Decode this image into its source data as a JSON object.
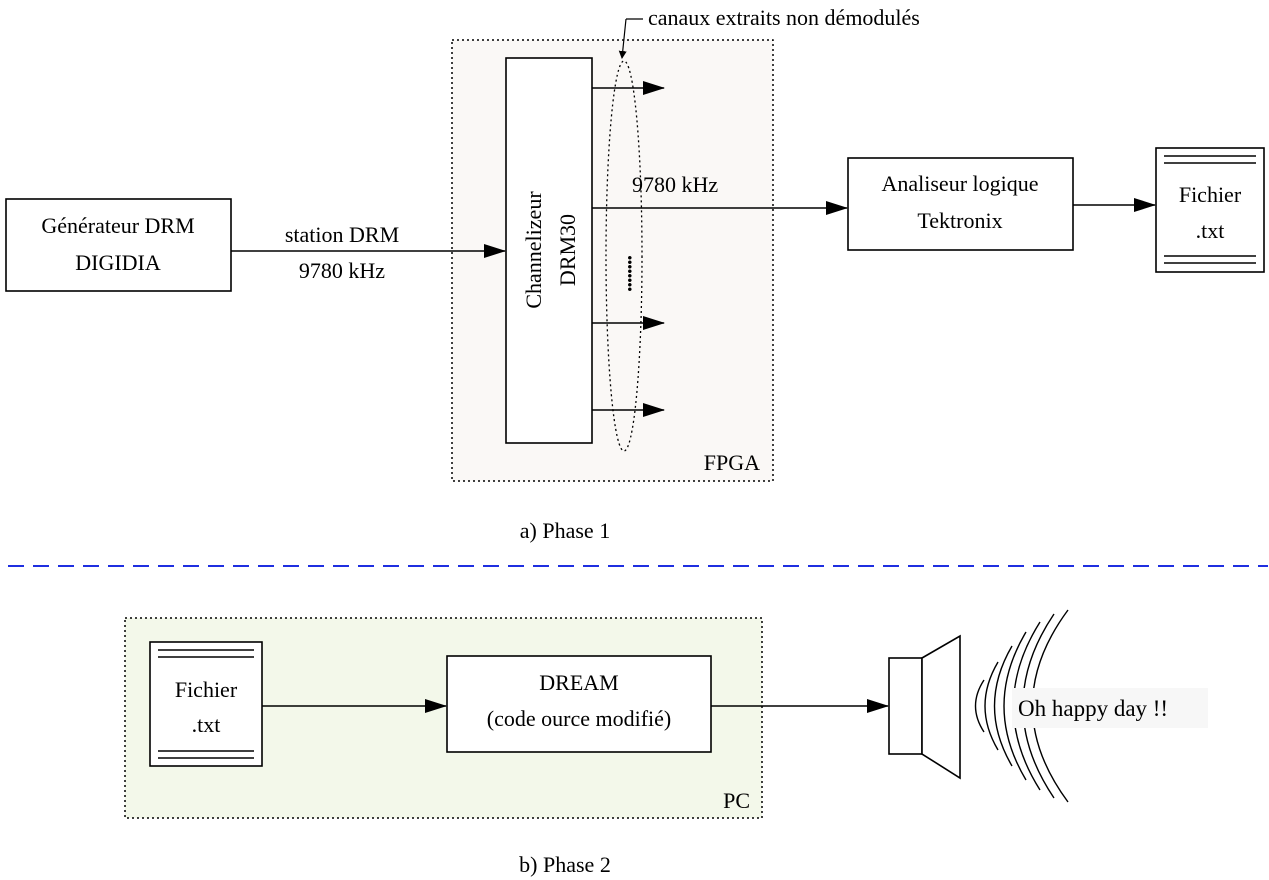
{
  "phase1": {
    "caption": "a) Phase 1",
    "fpga_label": "FPGA",
    "annotation": "canaux extraits non démodulés",
    "generator": {
      "line1": "Générateur DRM",
      "line2": "DIGIDIA"
    },
    "input_signal": {
      "line1": "station DRM",
      "line2": "9780 kHz"
    },
    "channelizer": {
      "line1": "Channelizeur",
      "line2": "DRM30"
    },
    "output_freq": "9780 kHz",
    "ellipsis": "........",
    "analyzer": {
      "line1": "Analiseur logique",
      "line2": "Tektronix"
    },
    "file": {
      "line1": "Fichier",
      "line2": ".txt"
    }
  },
  "phase2": {
    "caption": "b) Phase 2",
    "pc_label": "PC",
    "file": {
      "line1": "Fichier",
      "line2": ".txt"
    },
    "dream": {
      "line1": "DREAM",
      "line2": "(code ource modifié)"
    },
    "speaker_text": "Oh happy day !!"
  },
  "colors": {
    "fpga_fill": "#faf8f6",
    "pc_fill": "#f3f8ea",
    "separator": "#1f2fe0",
    "stroke": "#000000"
  }
}
